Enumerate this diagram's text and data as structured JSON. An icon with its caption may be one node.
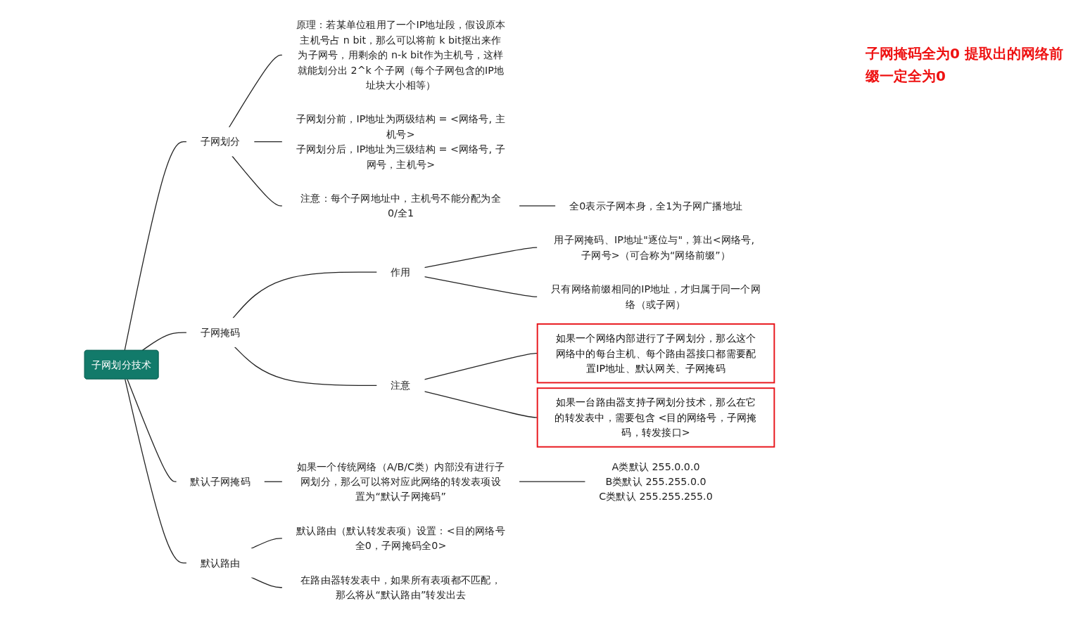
{
  "diagram": {
    "nodes": [
      {
        "text": [
          "子网划分技术"
        ]
      },
      {
        "text": [
          "子网划分"
        ]
      },
      {
        "text": [
          "原理：若某单位租用了一个IP地址段，假设原本主机号占 n bit，那么可以将前 k bit抠出来作为子网号，用剩余的 n-k bit作为主机号，这样就能划分出 2^k 个子网（每个子网包含的IP地址块大小相等）"
        ]
      },
      {
        "text": [
          "子网划分前，IP地址为两级结构 = <网络号, 主机号>",
          "子网划分后，IP地址为三级结构 = <网络号, 子网号，主机号>"
        ]
      },
      {
        "text": [
          "注意：每个子网地址中，主机号不能分配为全0/全1"
        ]
      },
      {
        "text": [
          "全0表示子网本身，全1为子网广播地址"
        ]
      },
      {
        "text": [
          "子网掩码"
        ]
      },
      {
        "text": [
          "作用"
        ]
      },
      {
        "text": [
          "用子网掩码、IP地址\"逐位与\"，算出<网络号, 子网号>（可合称为“网络前缀”）"
        ]
      },
      {
        "text": [
          "只有网络前缀相同的IP地址，才归属于同一个网络（或子网）"
        ]
      },
      {
        "text": [
          "注意"
        ]
      },
      {
        "text": [
          "如果一个网络内部进行了子网划分，那么这个网络中的每台主机、每个路由器接口都需要配置IP地址、默认网关、子网掩码"
        ]
      },
      {
        "text": [
          "如果一台路由器支持子网划分技术，那么在它的转发表中，需要包含 <目的网络号，子网掩码，转发接口>"
        ]
      },
      {
        "text": [
          "默认子网掩码"
        ]
      },
      {
        "text": [
          "如果一个传统网络（A/B/C类）内部没有进行子网划分，那么可以将对应此网络的转发表项设置为“默认子网掩码”"
        ]
      },
      {
        "text": [
          "A类默认 255.0.0.0",
          "B类默认 255.255.0.0",
          "C类默认 255.255.255.0"
        ]
      },
      {
        "text": [
          "默认路由"
        ]
      },
      {
        "text": [
          "默认路由（默认转发表项）设置：<目的网络号全0，子网掩码全0>"
        ]
      },
      {
        "text": [
          "在路由器转发表中，如果所有表项都不匹配，那么将从“默认路由”转发出去"
        ]
      }
    ],
    "edges": [
      {
        "from": 0,
        "to": 1,
        "arrow": "none"
      },
      {
        "from": 0,
        "to": 6,
        "arrow": "none"
      },
      {
        "from": 0,
        "to": 13,
        "arrow": "none"
      },
      {
        "from": 0,
        "to": 16,
        "arrow": "none"
      },
      {
        "from": 1,
        "to": 2,
        "arrow": "none"
      },
      {
        "from": 1,
        "to": 3,
        "arrow": "none"
      },
      {
        "from": 1,
        "to": 4,
        "arrow": "none"
      },
      {
        "from": 4,
        "to": 5,
        "arrow": "none"
      },
      {
        "from": 6,
        "to": 7,
        "arrow": "none"
      },
      {
        "from": 6,
        "to": 10,
        "arrow": "none"
      },
      {
        "from": 7,
        "to": 8,
        "arrow": "none"
      },
      {
        "from": 7,
        "to": 9,
        "arrow": "none"
      },
      {
        "from": 10,
        "to": 11,
        "arrow": "none"
      },
      {
        "from": 10,
        "to": 12,
        "arrow": "none"
      },
      {
        "from": 13,
        "to": 14,
        "arrow": "none"
      },
      {
        "from": 14,
        "to": 15,
        "arrow": "none"
      },
      {
        "from": 16,
        "to": 17,
        "arrow": "none"
      },
      {
        "from": 16,
        "to": 18,
        "arrow": "none"
      }
    ],
    "labels": [
      "子网掩码全为0 提取出的网络前缀一定全为0"
    ]
  }
}
